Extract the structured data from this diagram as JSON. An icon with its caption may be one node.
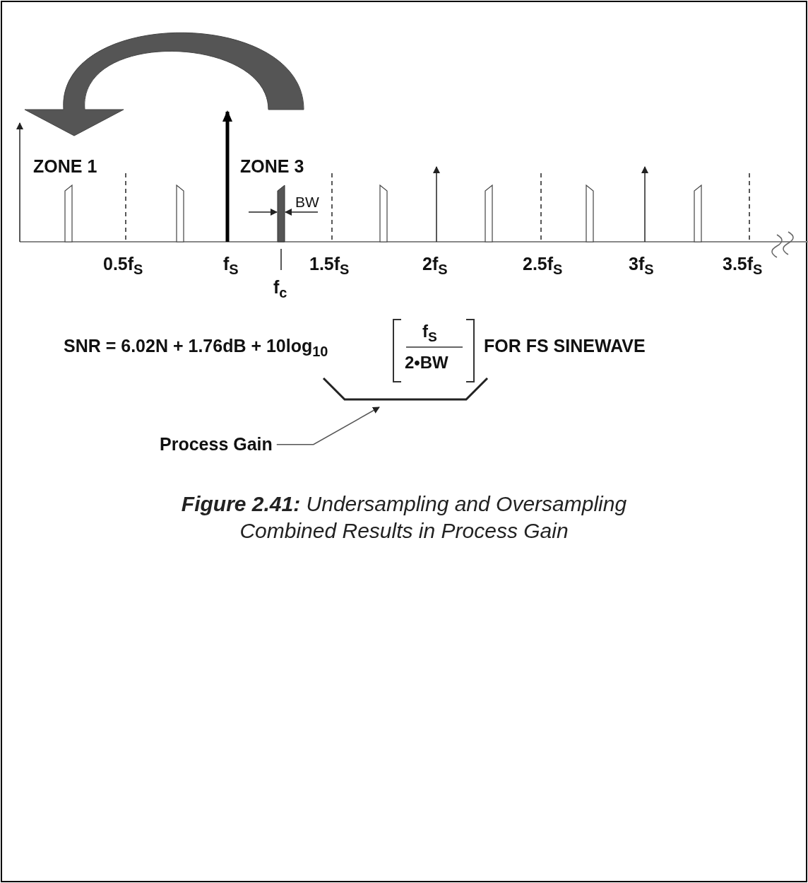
{
  "diagram": {
    "caption": "**Figure 2.41:** Undersampling and Oversampling Combined Results in Process Gain",
    "nodes": [
      {
        "text": [
          "Process Gain"
        ]
      },
      {
        "text": [],
        "shape": "bracket"
      }
    ],
    "edges": [
      {
        "from": 0,
        "to": 1,
        "arrow": "to"
      }
    ],
    "labels": [
      "ZONE 1",
      "ZONE 3",
      "BW",
      "0.5f$_{S}$",
      "f$_{S}$",
      "1.5f$_{S}$",
      "2f$_{S}$",
      "2.5f$_{S}$",
      "3f$_{S}$",
      "3.5f$_{S}$",
      "f$_{c}$",
      "SNR = 6.02N + 1.76dB + 10log$_{10}$",
      "f$_{S}$",
      "2•BW",
      "FOR FS SINEWAVE"
    ]
  }
}
